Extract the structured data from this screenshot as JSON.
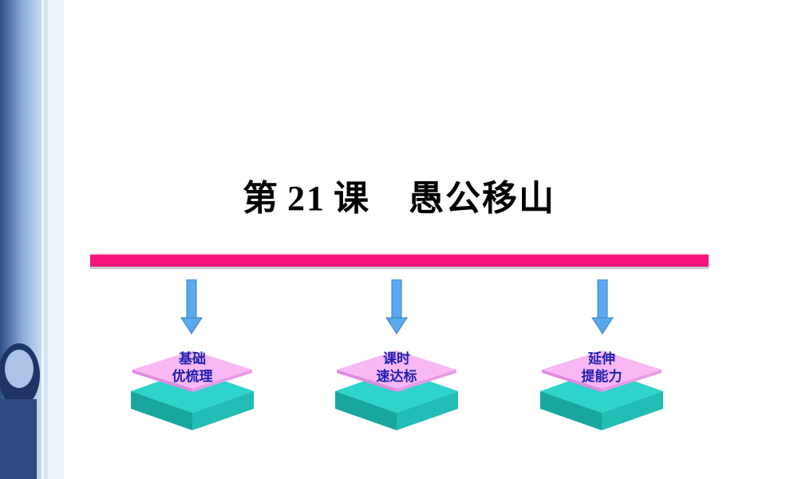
{
  "title": {
    "prefix": "第",
    "number": "21",
    "suffix": "课",
    "name": "愚公移山"
  },
  "colors": {
    "accent_bar": "#f5157c",
    "tile_top": "#f8b8f4",
    "tile_base": "#2ed3cc",
    "arrow": "#5aa8ee",
    "label_text": "#2020b0"
  },
  "nav_tiles": [
    {
      "line1": "基础",
      "line2": "优梳理"
    },
    {
      "line1": "课时",
      "line2": "速达标"
    },
    {
      "line1": "延伸",
      "line2": "提能力"
    }
  ]
}
